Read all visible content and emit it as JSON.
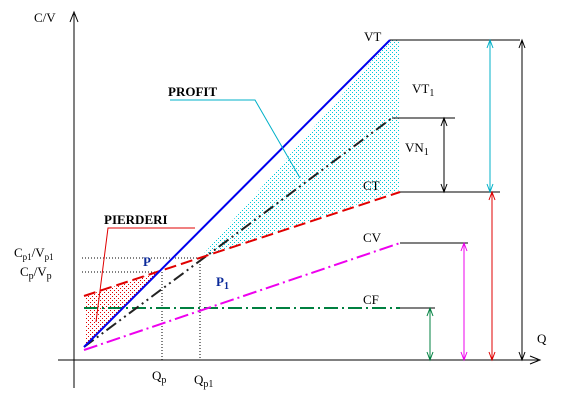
{
  "axes": {
    "y_label": "C/V",
    "x_label": "Q"
  },
  "lines": {
    "vt": "VT",
    "ct": "CT",
    "cv": "CV",
    "cf": "CF"
  },
  "regions": {
    "profit": "PROFIT",
    "pierderi": "PIERDERI"
  },
  "points": {
    "p": "P",
    "p1_main": "P",
    "p1_sub": "1"
  },
  "ticks": {
    "qp_main": "Q",
    "qp_sub": "p",
    "qp1_main": "Q",
    "qp1_sub": "p1",
    "cp1vp1": "C",
    "cp1vp1_sub1": "p1",
    "cp1vp1_mid": "/V",
    "cp1vp1_sub2": "p1",
    "cpvp": "C",
    "cpvp_sub1": "p",
    "cpvp_mid": "/V",
    "cpvp_sub2": "p"
  },
  "dimensions": {
    "vt1_main": "VT",
    "vt1_sub": "1",
    "vn1_main": "VN",
    "vn1_sub": "1"
  },
  "colors": {
    "vt": "#0000ee",
    "ct": "#e00000",
    "vt1": "#222222",
    "cv": "#ee00ee",
    "cf": "#008040",
    "profit_hatch": "#00c8d8",
    "loss_hatch": "#e00000"
  }
}
